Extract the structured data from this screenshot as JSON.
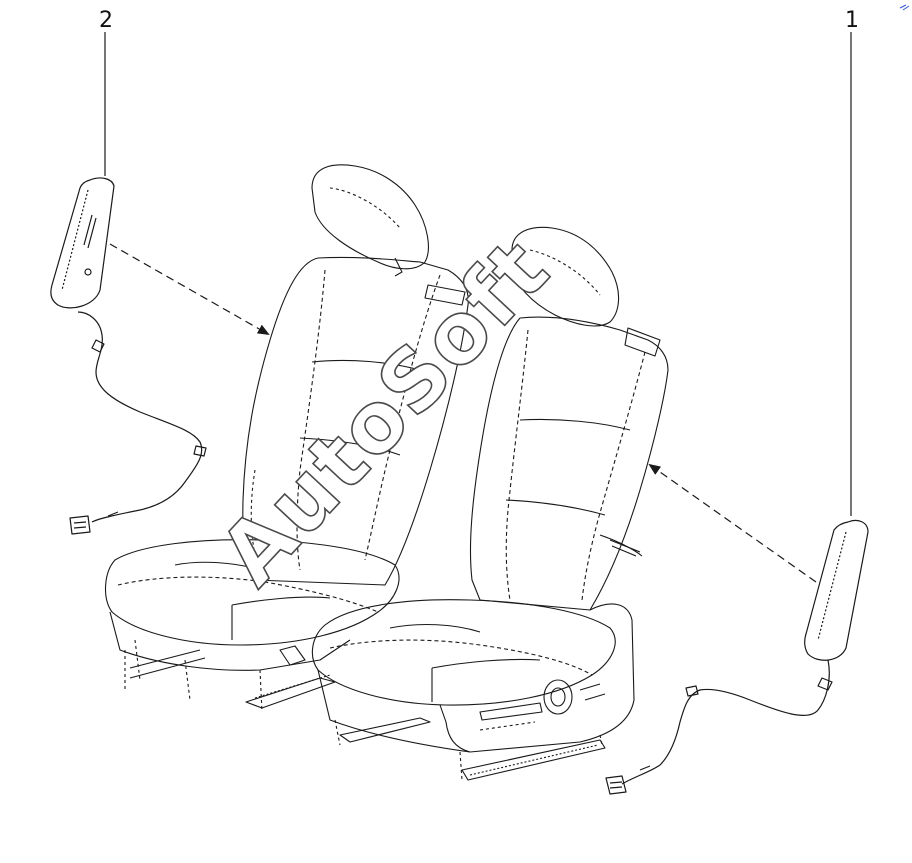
{
  "diagram": {
    "callouts": [
      {
        "id": "1",
        "label": "1"
      },
      {
        "id": "2",
        "label": "2"
      }
    ],
    "watermark": {
      "text": "AutoSoft"
    },
    "colors": {
      "line": "#1a1a1a",
      "watermark_fill": "#ffffff",
      "watermark_stroke": "#4a4a4a",
      "background": "#ffffff"
    }
  }
}
